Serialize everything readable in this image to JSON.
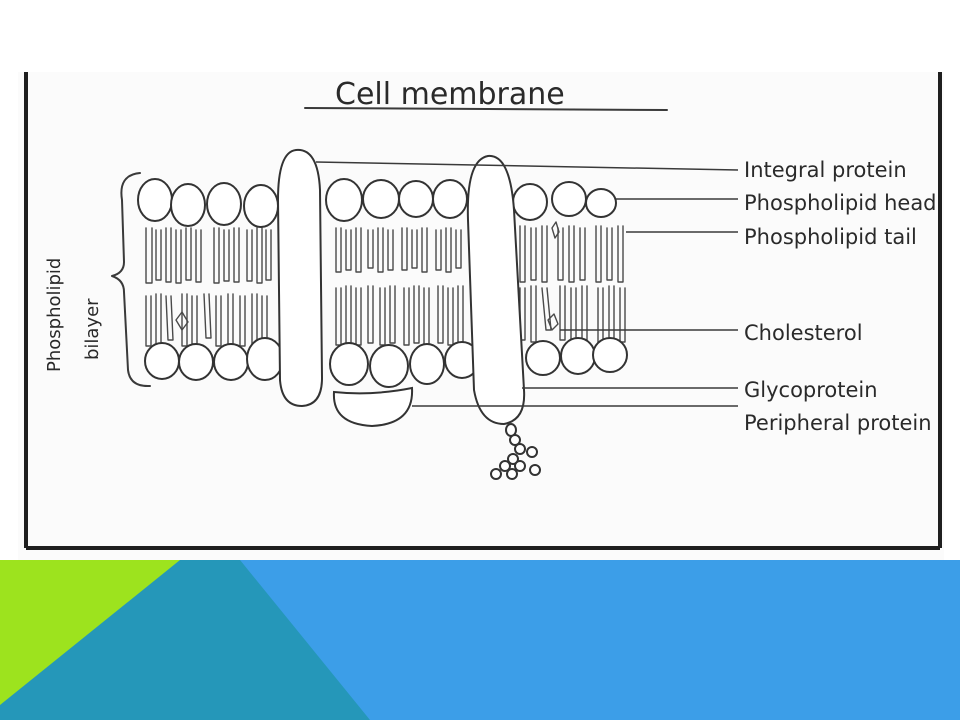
{
  "diagram": {
    "title": "Cell membrane",
    "side_label": [
      "Phospholipid",
      "bilayer"
    ],
    "labels": [
      "Integral protein",
      "Phospholipid head",
      "Phospholipid tail",
      "Cholesterol",
      "Glycoprotein",
      "Peripheral protein"
    ]
  },
  "colors": {
    "accent_green": "#9de31e",
    "accent_teal": "#2597b9",
    "accent_blue": "#3c9ee8"
  }
}
